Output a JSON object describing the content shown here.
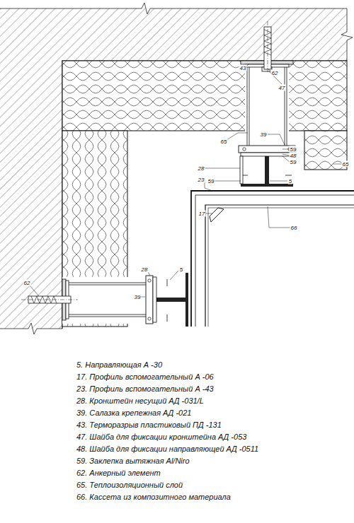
{
  "diagram": {
    "labels": [
      "62",
      "43",
      "47",
      "39",
      "65",
      "59",
      "48",
      "59",
      "28",
      "23",
      "59",
      "5",
      "65",
      "17",
      "66",
      "28",
      "5",
      "39",
      "62",
      "5. Направляющая А -30",
      "17. Профиль вспомогательный А -06",
      "23. Профиль вспомогательный А -43",
      "28. Кронштейн несущий АД -031/L",
      "39. Салазка крепежная АД -021",
      "43. Терморазрыв пластиковый ПД -131",
      "47. Шайба для фиксации кронштейна АД -053",
      "48. Шайба для фиксации направляющей АД -0511",
      "59. Заклепка вытяжная Al/Niro",
      "62. Анкерный элемент",
      "65. Теплоизоляционный слой",
      "66. Кассета из композитного материала"
    ]
  }
}
